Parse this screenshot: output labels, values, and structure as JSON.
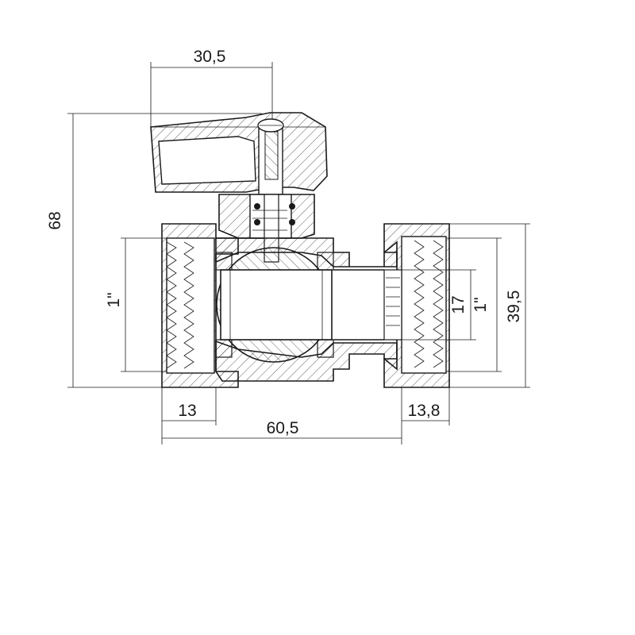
{
  "dimensions": {
    "handle_width": "30,5",
    "total_height": "68",
    "inlet_thread": "1\"",
    "outlet_thread": "1\"",
    "outlet_bore": "17",
    "outlet_diameter": "39,5",
    "inlet_thread_length": "13",
    "outlet_thread_length": "13,8",
    "total_length": "60,5"
  }
}
